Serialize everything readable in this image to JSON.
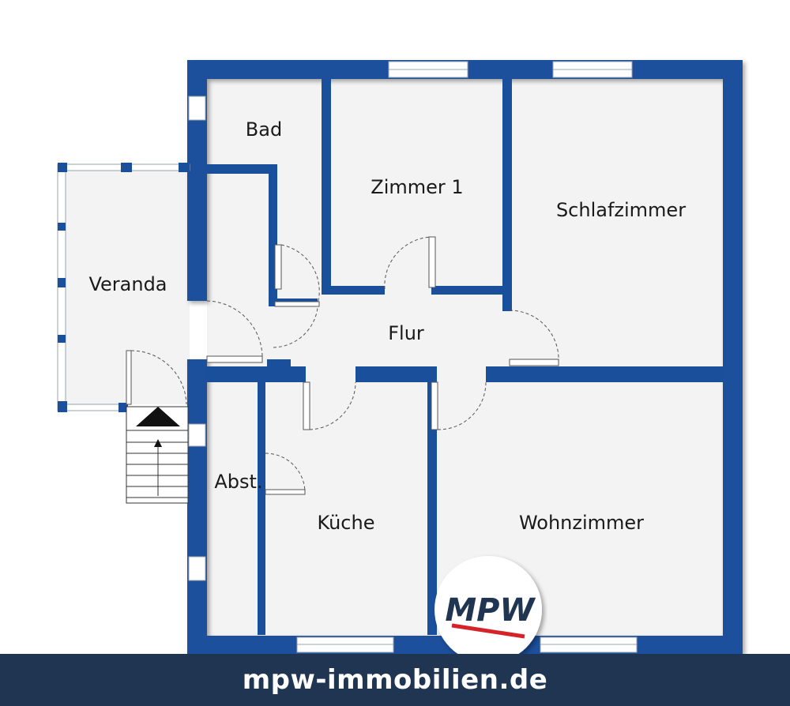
{
  "rooms": {
    "bad": "Bad",
    "zimmer1": "Zimmer 1",
    "schlafzimmer": "Schlafzimmer",
    "veranda": "Veranda",
    "flur": "Flur",
    "abstell": "Abst.",
    "kueche": "Küche",
    "wohnzimmer": "Wohnzimmer"
  },
  "logo": {
    "text": "MPW"
  },
  "footer": {
    "website": "mpw-immobilien.de"
  },
  "colors": {
    "wall": "#1a4f9c",
    "floor": "#f3f3f3",
    "footer": "#1f3552",
    "logo_red": "#d5232a"
  }
}
